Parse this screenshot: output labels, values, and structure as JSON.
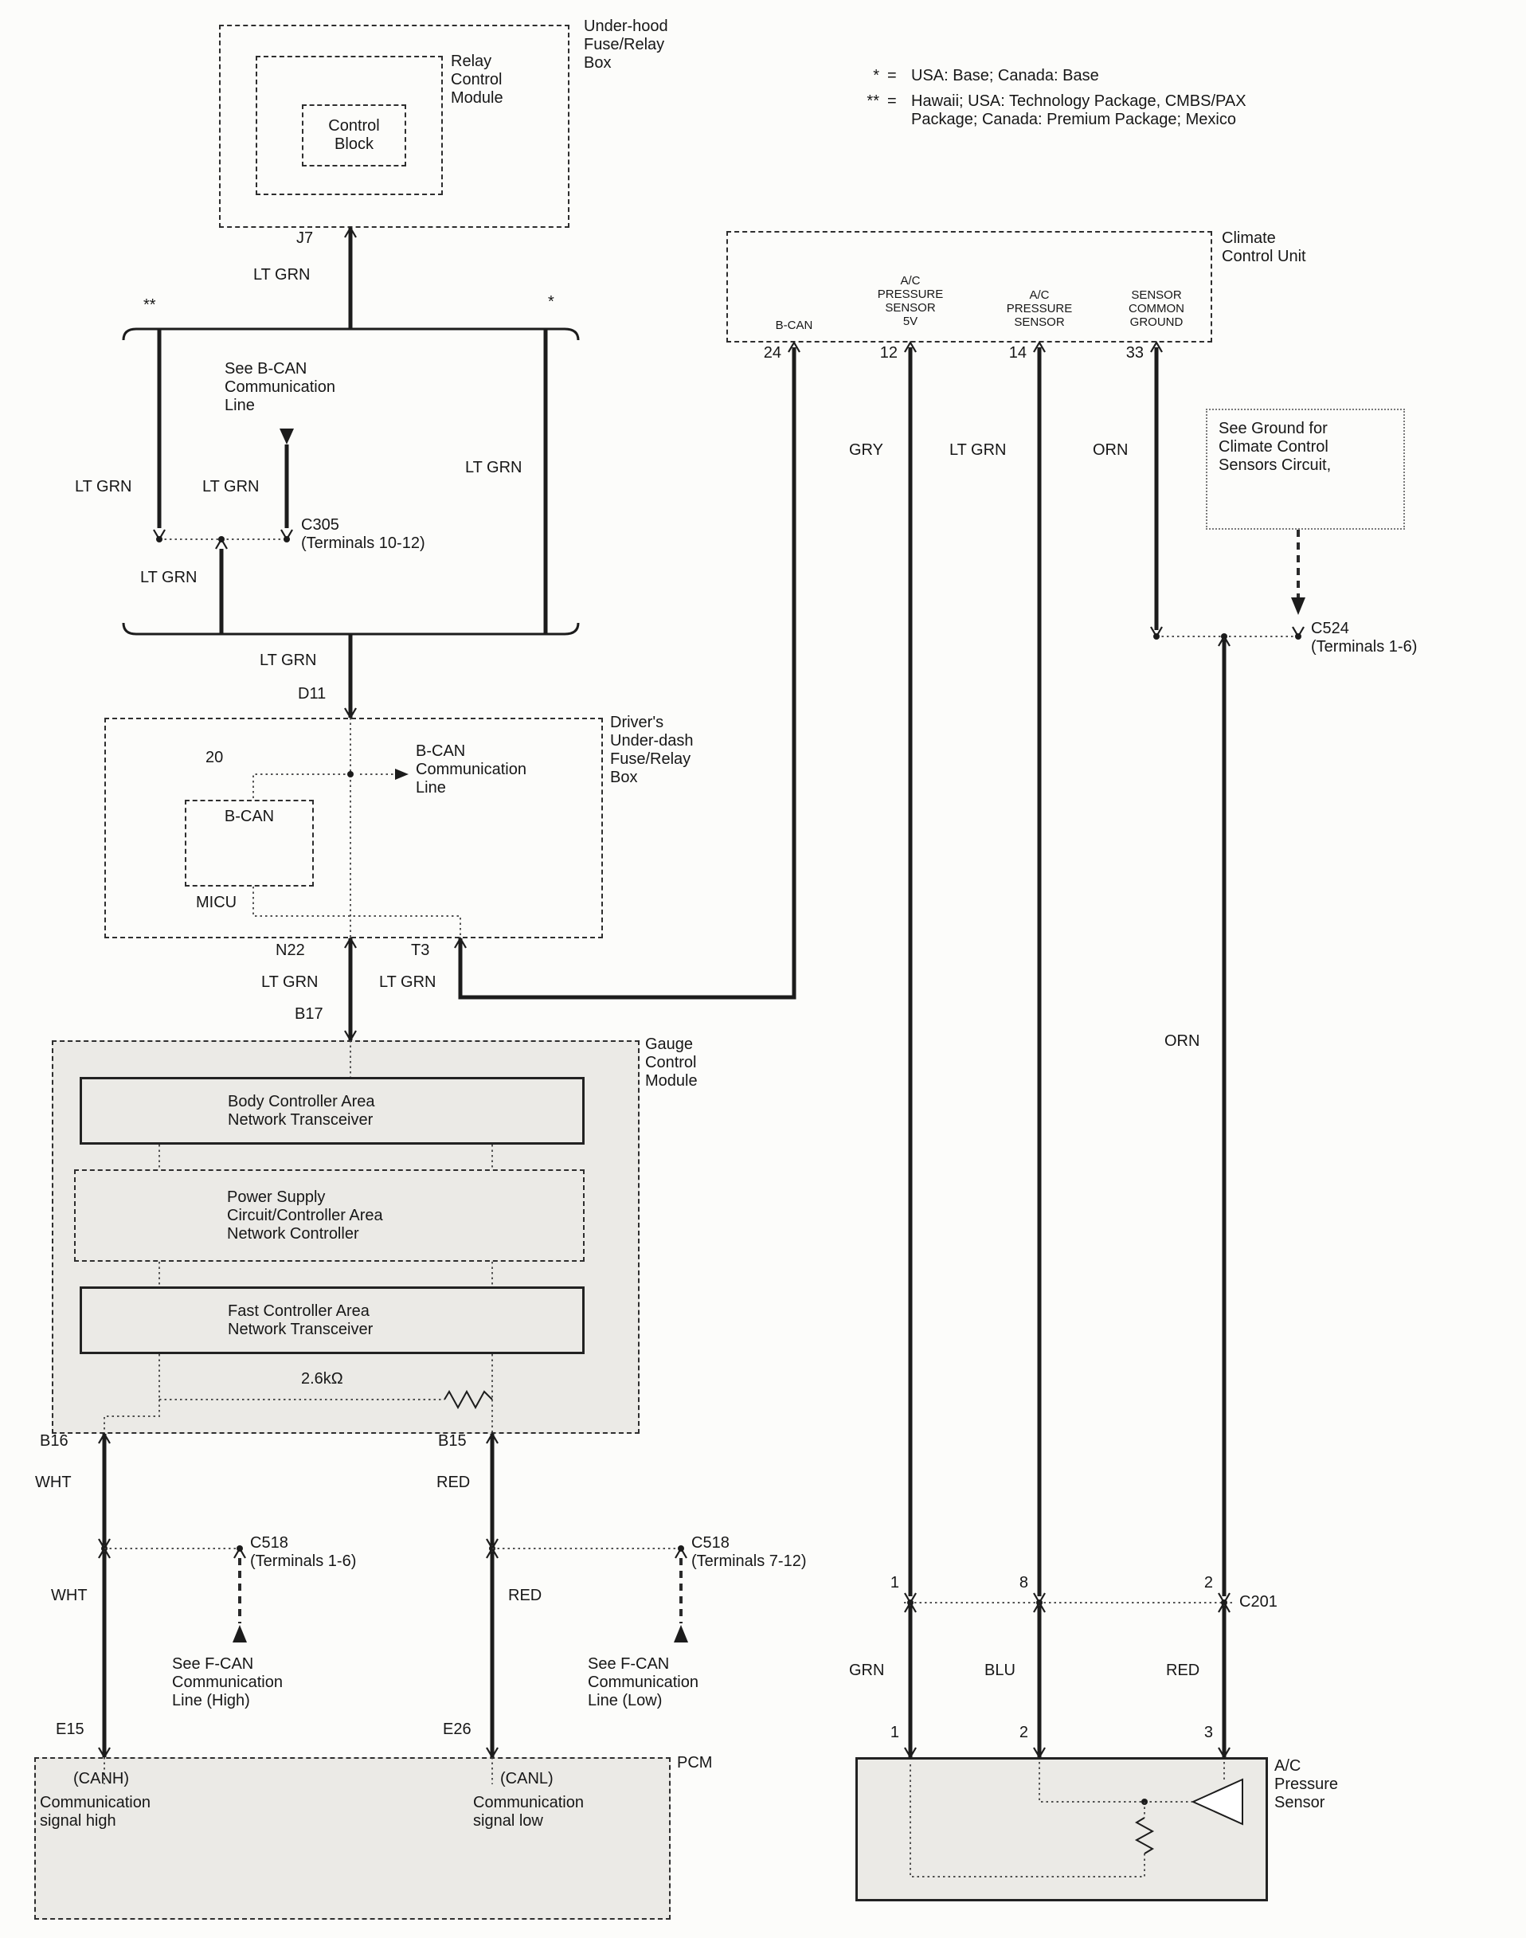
{
  "underhood": {
    "box_label": "Under-hood\nFuse/Relay\nBox",
    "relay_module_label": "Relay\nControl\nModule",
    "control_block_label": "Control\nBlock",
    "connector_j7": "J7",
    "wire_color": "LT GRN"
  },
  "variant_bus": {
    "marker_double_star": "**",
    "marker_star": "*",
    "see_bcan_note": "See B-CAN\nCommunication\nLine",
    "wire_color_left": "LT GRN",
    "wire_color_mid": "LT GRN",
    "wire_color_right": "LT GRN",
    "c305_label": "C305\n(Terminals 10-12)",
    "wire_color_exit": "LT GRN",
    "wire_color_d11": "LT GRN",
    "connector_d11": "D11"
  },
  "underdash": {
    "box_label": "Driver's\nUnder-dash\nFuse/Relay\nBox",
    "terminal_20": "20",
    "bcan_label": "B-CAN",
    "micu_label": "MICU",
    "bcan_comm_note": "B-CAN\nCommunication\nLine",
    "connector_n22": "N22",
    "connector_t3": "T3",
    "wire_color_n22": "LT GRN",
    "wire_color_t3": "LT GRN",
    "connector_b17": "B17"
  },
  "gauge_module": {
    "box_label": "Gauge\nControl\nModule",
    "body_can_label": "Body Controller Area\nNetwork Transceiver",
    "power_supply_label": "Power Supply\nCircuit/Controller Area\nNetwork Controller",
    "fast_can_label": "Fast Controller Area\nNetwork Transceiver",
    "resistor_value": "2.6kΩ",
    "connector_b16": "B16",
    "connector_b15": "B15"
  },
  "fcan": {
    "wire_wht_upper": "WHT",
    "wire_red_upper": "RED",
    "c518_left_label": "C518\n(Terminals 1-6)",
    "c518_right_label": "C518\n(Terminals 7-12)",
    "wire_wht_lower": "WHT",
    "wire_red_lower": "RED",
    "see_high_note": "See F-CAN\nCommunication\nLine (High)",
    "see_low_note": "See F-CAN\nCommunication\nLine (Low)",
    "connector_e15": "E15",
    "connector_e26": "E26"
  },
  "pcm": {
    "box_label": "PCM",
    "canh_label": "(CANH)",
    "signal_high_label": "Communication\nsignal high",
    "canl_label": "(CANL)",
    "signal_low_label": "Communication\nsignal low"
  },
  "legend": {
    "rows": [
      {
        "marker": "*",
        "eq": "=",
        "text": "USA: Base; Canada: Base"
      },
      {
        "marker": "**",
        "eq": "=",
        "text": "Hawaii; USA: Technology Package, CMBS/PAX\nPackage; Canada: Premium Package; Mexico"
      }
    ]
  },
  "climate_control": {
    "box_label": "Climate\nControl Unit",
    "pin_bcan_label": "B-CAN",
    "pin_bcan_number": "24",
    "pin_5v_label": "A/C\nPRESSURE\nSENSOR\n5V",
    "pin_5v_number": "12",
    "pin_5v_wire": "GRY",
    "pin_pressure_label": "A/C\nPRESSURE\nSENSOR",
    "pin_pressure_number": "14",
    "pin_pressure_wire": "LT GRN",
    "pin_ground_label": "SENSOR\nCOMMON\nGROUND",
    "pin_ground_number": "33",
    "pin_ground_wire": "ORN"
  },
  "ground_note": {
    "text": "See Ground for\nClimate Control\nSensors Circuit,",
    "c524_label": "C524\n(Terminals 1-6)",
    "wire_orn": "ORN"
  },
  "c201": {
    "label": "C201",
    "pin_above_1": "1",
    "pin_above_8": "8",
    "pin_above_2": "2",
    "wire_grn": "GRN",
    "wire_blu": "BLU",
    "wire_red": "RED",
    "pin_sensor_1": "1",
    "pin_sensor_2": "2",
    "pin_sensor_3": "3"
  },
  "pressure_sensor": {
    "box_label": "A/C\nPressure\nSensor"
  }
}
